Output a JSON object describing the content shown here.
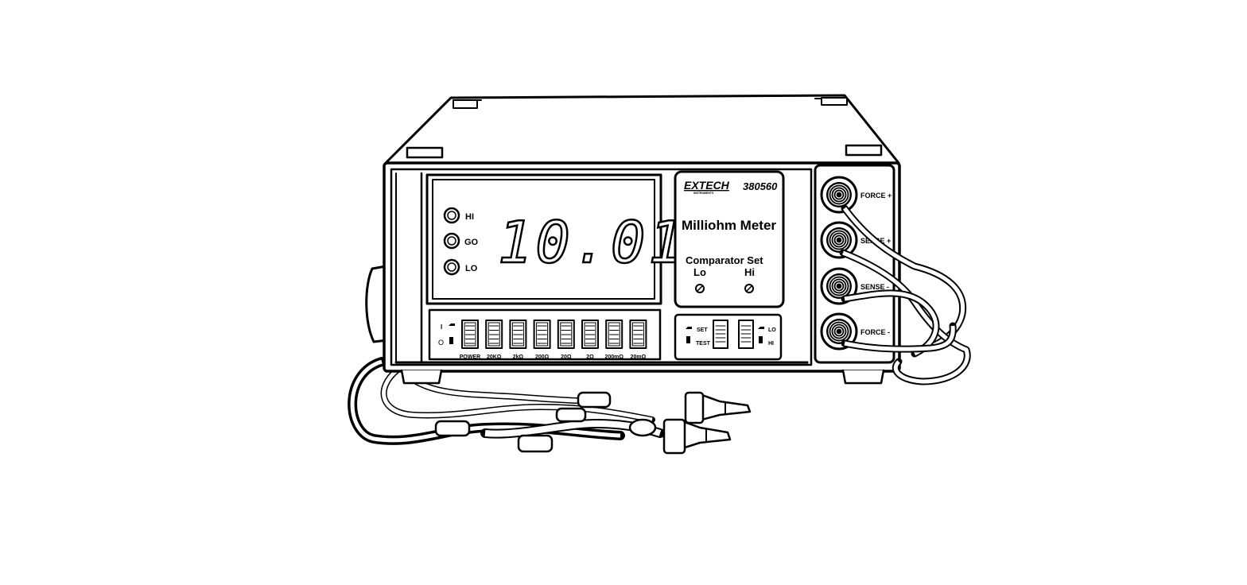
{
  "display": {
    "reading": "10.01",
    "indicators": [
      "HI",
      "GO",
      "LO"
    ]
  },
  "brand": {
    "logo_text": "EXTECH",
    "logo_subtext": "INSTRUMENTS",
    "model": "380560",
    "product_name": "Milliohm Meter"
  },
  "comparator": {
    "title": "Comparator Set",
    "lo_label": "Lo",
    "hi_label": "Hi"
  },
  "power_symbols": {
    "on": "I",
    "off": "O"
  },
  "range_buttons": [
    "POWER",
    "20KΩ",
    "2kΩ",
    "200Ω",
    "20Ω",
    "2Ω",
    "200mΩ",
    "20mΩ"
  ],
  "mode_switch": {
    "top": "SET",
    "bottom": "TEST"
  },
  "limit_switch": {
    "top": "LO",
    "bottom": "HI"
  },
  "terminals": [
    "FORCE +",
    "SENSE +",
    "SENSE -",
    "FORCE -"
  ],
  "colors": {
    "ink": "#000000",
    "background": "#ffffff"
  }
}
